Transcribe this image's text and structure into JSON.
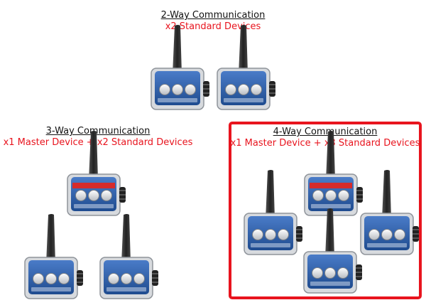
{
  "groups": [
    {
      "id": "two-way",
      "title": "2-Way Communication",
      "subtitle": "x2 Standard Devices",
      "devices": [
        "standard",
        "standard"
      ]
    },
    {
      "id": "three-way",
      "title": "3-Way Communication",
      "subtitle": "x1 Master Device + x2 Standard Devices",
      "devices": [
        "master",
        "standard",
        "standard"
      ]
    },
    {
      "id": "four-way",
      "title": "4-Way Communication",
      "subtitle": "x1 Master Device + x3 Standard Devices",
      "devices": [
        "standard",
        "master",
        "standard",
        "standard"
      ],
      "highlighted": true
    }
  ],
  "colors": {
    "title": "#111111",
    "subtitle": "#e8141e",
    "highlight_border": "#e8141e",
    "device_body": "#2f5fa8",
    "device_band_master": "#d62b2b",
    "device_antenna": "#3a3a3a"
  }
}
